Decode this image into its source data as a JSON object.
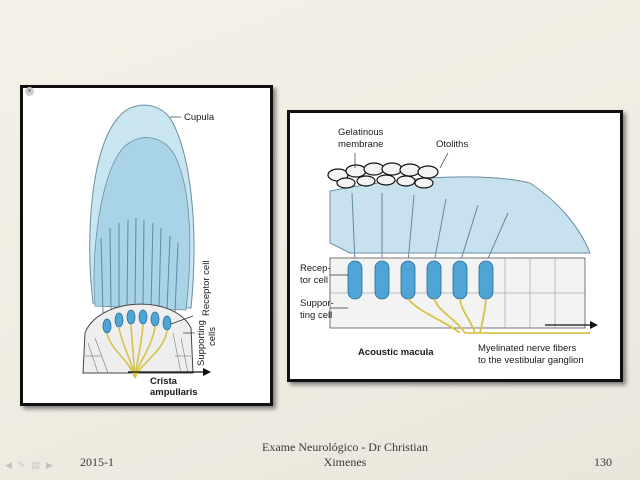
{
  "left_figure": {
    "cupula_label": "Cupula",
    "receptor_label": "Receptor cell",
    "supporting_label_line1": "Supporting",
    "supporting_label_line2": "cells",
    "crista_line1": "Crista",
    "crista_line2": "ampullaris"
  },
  "right_figure": {
    "gelatinous_line1": "Gelatinous",
    "gelatinous_line2": "membrane",
    "otoliths_label": "Otoliths",
    "receptor_line1": "Recep-",
    "receptor_line2": "tor cell",
    "supporting_line1": "Suppor-",
    "supporting_line2": "ting cell",
    "macula_label": "Acoustic macula",
    "fibers_line1": "Myelinated nerve fibers",
    "fibers_line2": "to the vestibular ganglion"
  },
  "footer": {
    "date": "2015-1",
    "title": "Exame Neurológico - Dr Christian Ximenes",
    "page": "130"
  },
  "colors": {
    "cupula_blue": "#b9dcea",
    "receptor_blue": "#4fa6d6",
    "nerve_yellow": "#d7c34a"
  }
}
